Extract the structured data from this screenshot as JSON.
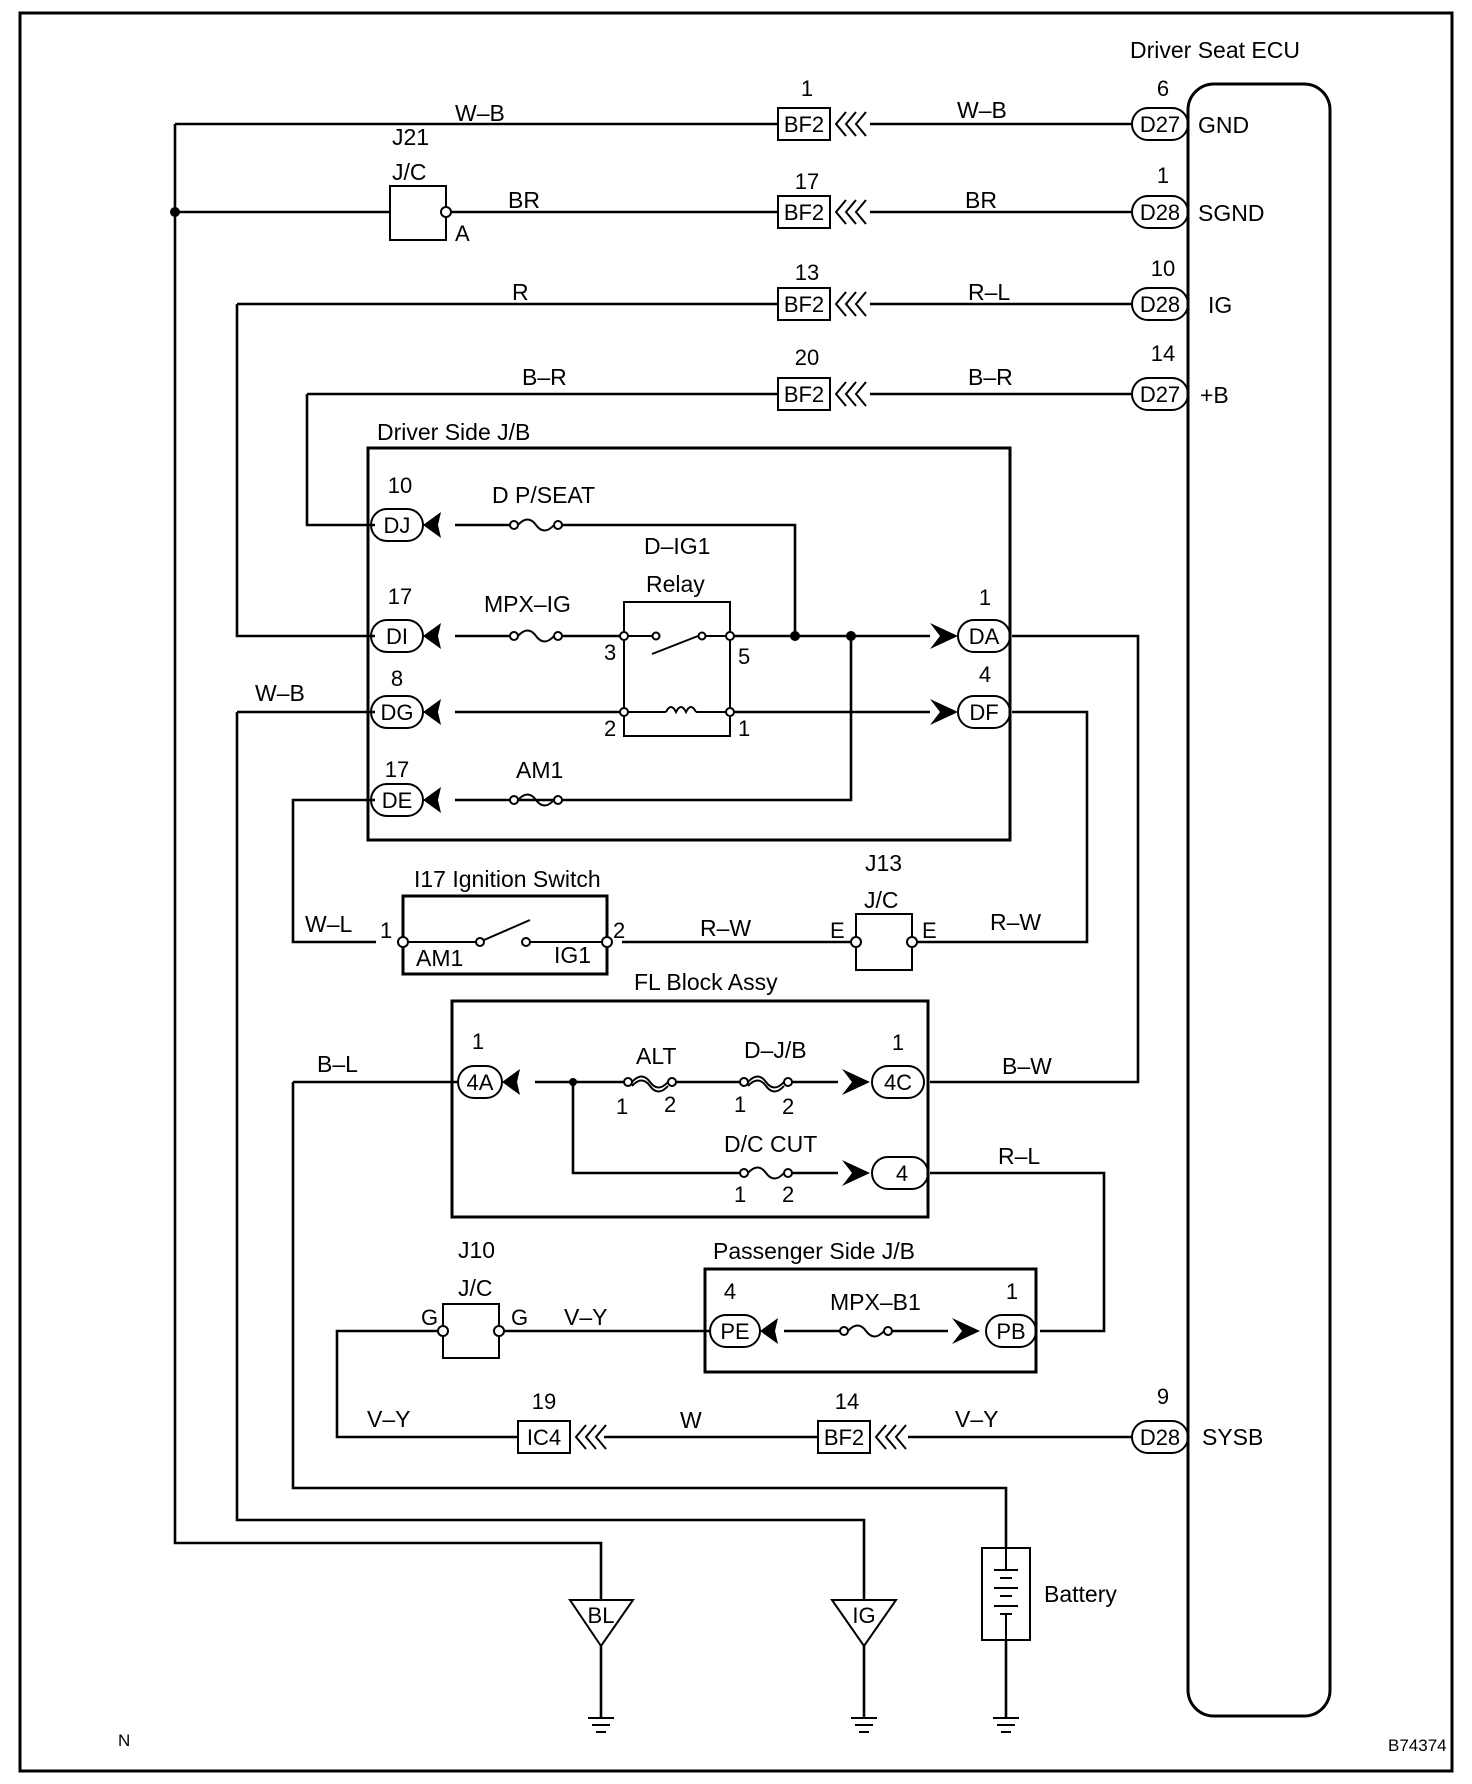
{
  "title": "Driver Seat ECU",
  "ecu_terminals": [
    {
      "pin": "6",
      "connector": "D27",
      "name": "GND"
    },
    {
      "pin": "1",
      "connector": "D28",
      "name": "SGND"
    },
    {
      "pin": "10",
      "connector": "D28",
      "name": "IG"
    },
    {
      "pin": "14",
      "connector": "D27",
      "name": "+B"
    },
    {
      "pin": "9",
      "connector": "D28",
      "name": "SYSB"
    }
  ],
  "bf2": [
    {
      "pin": "1",
      "label": "BF2"
    },
    {
      "pin": "17",
      "label": "BF2"
    },
    {
      "pin": "13",
      "label": "BF2"
    },
    {
      "pin": "20",
      "label": "BF2"
    },
    {
      "pin": "14",
      "label": "BF2"
    }
  ],
  "wires": {
    "gnd_left": "W–B",
    "gnd_right": "W–B",
    "sgnd_left": "BR",
    "sgnd_right": "BR",
    "ig_left": "R",
    "ig_right": "R–L",
    "b_left": "B–R",
    "b_right": "B–R",
    "dg": "W–B",
    "ign_left": "W–L",
    "ign_mid": "R–W",
    "ign_right": "R–W",
    "fl_left": "B–L",
    "fl_right": "B–W",
    "fl_dc": "R–L",
    "j10": "V–Y",
    "sysb_left": "V–Y",
    "sysb_mid": "W",
    "sysb_right": "V–Y"
  },
  "j21": {
    "name": "J21",
    "type": "J/C",
    "pin": "A"
  },
  "j13": {
    "name": "J13",
    "type": "J/C",
    "pin_left": "E",
    "pin_right": "E"
  },
  "j10": {
    "name": "J10",
    "type": "J/C",
    "pin_left": "G",
    "pin_right": "G"
  },
  "driver_jb": {
    "title": "Driver Side J/B",
    "fuse1": "D P/SEAT",
    "fuse2": "MPX–IG",
    "fuse3": "AM1",
    "relay_name": "D–IG1",
    "relay_label": "Relay",
    "relay_pins": [
      "3",
      "5",
      "2",
      "1"
    ],
    "conn": [
      {
        "pin": "10",
        "label": "DJ"
      },
      {
        "pin": "17",
        "label": "DI"
      },
      {
        "pin": "8",
        "label": "DG"
      },
      {
        "pin": "17",
        "label": "DE"
      },
      {
        "pin": "1",
        "label": "DA"
      },
      {
        "pin": "4",
        "label": "DF"
      }
    ]
  },
  "ignition": {
    "title": "I17 Ignition Switch",
    "left": "AM1",
    "right": "IG1",
    "pin_left": "1",
    "pin_right": "2"
  },
  "fl_block": {
    "title": "FL Block Assy",
    "alt": "ALT",
    "djb": "D–J/B",
    "dc": "D/C CUT",
    "conn": [
      {
        "pin": "1",
        "label": "4A"
      },
      {
        "pin": "1",
        "label": "4C"
      },
      {
        "pin": "",
        "label": "4"
      }
    ],
    "fuse_pins": [
      "1",
      "2"
    ]
  },
  "pass_jb": {
    "title": "Passenger Side J/B",
    "fuse": "MPX–B1",
    "conn": [
      {
        "pin": "4",
        "label": "PE"
      },
      {
        "pin": "1",
        "label": "PB"
      }
    ]
  },
  "ic4": {
    "pin": "19",
    "label": "IC4"
  },
  "grounds": [
    "BL",
    "IG"
  ],
  "battery": "Battery",
  "footer": {
    "left": "N",
    "right": "B74374"
  }
}
